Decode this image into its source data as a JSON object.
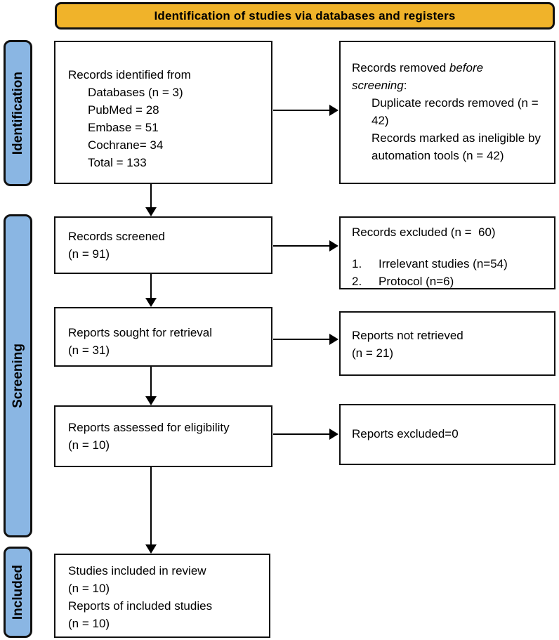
{
  "header": {
    "title": "Identification of studies via databases and registers"
  },
  "stages": {
    "identification": "Identification",
    "screening": "Screening",
    "included": "Included"
  },
  "boxes": {
    "identified": {
      "title": "Records identified from",
      "details": [
        "Databases (n = 3)",
        "PubMed = 28",
        "Embase = 51",
        "Cochrane= 34",
        "Total = 133"
      ]
    },
    "removed": {
      "line1_prefix": "Records removed ",
      "line1_italic": "before",
      "line2_italic": "screening",
      "line2_suffix": ":",
      "details": [
        "Duplicate records removed (n = 42)",
        "Records marked as ineligible by automation tools (n = 42)"
      ]
    },
    "screened": {
      "line1": "Records screened",
      "line2": "(n = 91)"
    },
    "excluded": {
      "title": "Records excluded (n =  60)",
      "items": [
        {
          "num": "1.",
          "text": "Irrelevant studies (n=54)"
        },
        {
          "num": "2.",
          "text": "Protocol (n=6)"
        }
      ]
    },
    "sought": {
      "line1": "Reports sought for retrieval",
      "line2": "(n = 31)"
    },
    "not_retrieved": {
      "line1": "Reports not retrieved",
      "line2": "(n = 21)"
    },
    "assessed": {
      "line1": "Reports assessed for eligibility",
      "line2": "(n = 10)"
    },
    "excluded_zero": {
      "line1": "Reports excluded=0"
    },
    "included": {
      "lines": [
        "Studies included in review",
        "(n = 10)",
        "Reports of included studies",
        "(n = 10)"
      ]
    }
  },
  "colors": {
    "header_bg": "#F0B32A",
    "stage_bg": "#8AB6E3",
    "line": "#000000"
  }
}
